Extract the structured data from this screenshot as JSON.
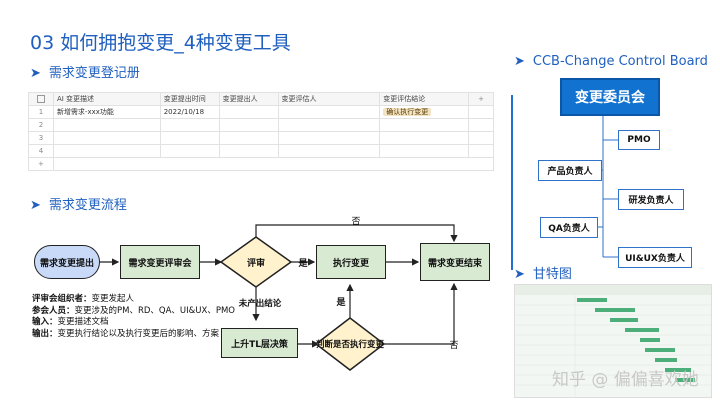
{
  "title": "03 如何拥抱变更_4种变更工具",
  "sections": {
    "register": "需求变更登记册",
    "flow": "需求变更流程",
    "ccb": "CCB-Change Control Board",
    "gantt": "甘特图"
  },
  "table": {
    "headers": [
      "AI 变更描述",
      "变更提出时间",
      "变更提出人",
      "变更评估人",
      "变更评估结论"
    ],
    "rows": [
      {
        "num": "1",
        "desc": "新增需求-xxx功能",
        "time": "2022/10/18",
        "proposer": "",
        "evaluator": "",
        "conclusion": "确认执行变更"
      },
      {
        "num": "2",
        "desc": "",
        "time": "",
        "proposer": "",
        "evaluator": "",
        "conclusion": ""
      },
      {
        "num": "3",
        "desc": "",
        "time": "",
        "proposer": "",
        "evaluator": "",
        "conclusion": ""
      },
      {
        "num": "4",
        "desc": "",
        "time": "",
        "proposer": "",
        "evaluator": "",
        "conclusion": ""
      }
    ],
    "add": "+"
  },
  "flow": {
    "start": "需求变更提出",
    "review_meeting": "需求变更评审会",
    "review": "评审",
    "execute": "执行变更",
    "end": "需求变更结束",
    "escalate": "上升TL层决策",
    "decide": "判断是否执行变更",
    "yes": "是",
    "no": "否",
    "no_conclusion": "未产出结论"
  },
  "notes": [
    {
      "label": "评审会组织者：",
      "text": "变更发起人"
    },
    {
      "label": "参会人员：",
      "text": "变更涉及的PM、RD、QA、UI&UX、PMO"
    },
    {
      "label": "输入：",
      "text": "变更描述文档"
    },
    {
      "label": "输出：",
      "text": "变更执行结论以及执行变更后的影响、方案"
    }
  ],
  "org": {
    "head": "变更委员会",
    "members": [
      "PMO",
      "产品负责人",
      "研发负责人",
      "QA负责人",
      "UI&UX负责人"
    ]
  },
  "watermark": "知乎 @ 偏偏喜欢她",
  "colors": {
    "accent": "#1f5fbf",
    "green": "#d9ead3",
    "diamond": "#fff2cc",
    "head": "#1272d0"
  }
}
